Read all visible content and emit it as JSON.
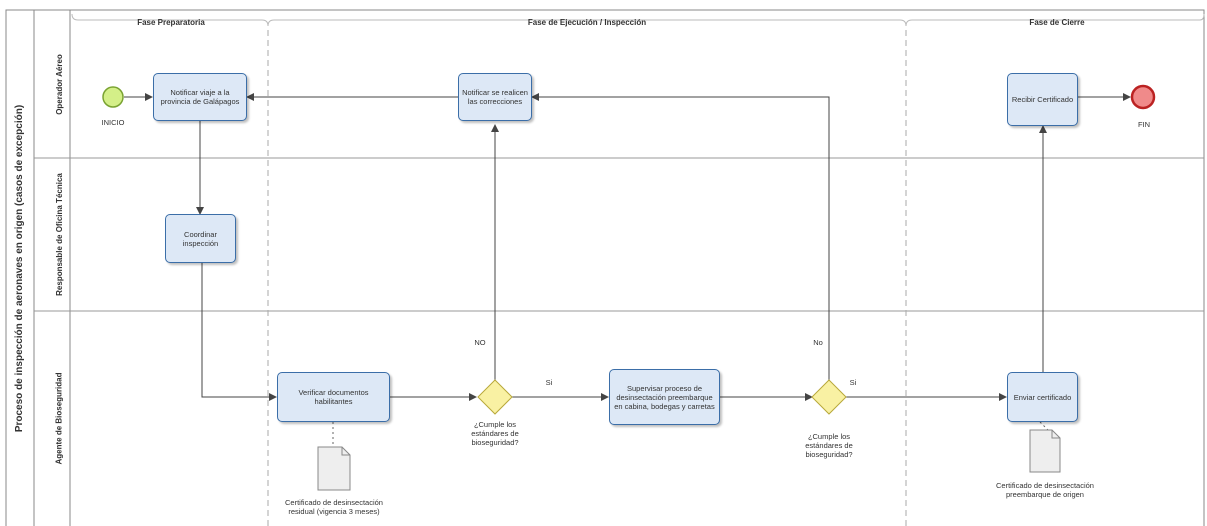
{
  "pool": {
    "title": "Proceso de inspección de aeronaves en origen (casos de excepción)"
  },
  "lanes": [
    "Operador Aéreo",
    "Responsable de Oficina Técnica",
    "Agente de Bioseguridad"
  ],
  "phases": [
    "Fase Preparatoria",
    "Fase de Ejecución / Inspección",
    "Fase de Cierre"
  ],
  "events": {
    "start": "INICIO",
    "end": "FIN"
  },
  "tasks": {
    "t1": "Notificar viaje a la provincia de Galápagos",
    "t2": "Notificar se realicen las correcciones",
    "t3": "Recibir Certificado",
    "t4": "Coordinar inspección",
    "t5": "Verificar documentos habilitantes",
    "t6": "Supervisar proceso de desinsectación preembarque en cabina, bodegas y carretas",
    "t7": "Enviar certificado"
  },
  "gateways": {
    "g1": "¿Cumple los estándares de bioseguridad?",
    "g2": "¿Cumple los estándares de bioseguridad?"
  },
  "flow_labels": {
    "no1": "NO",
    "si1": "Si",
    "no2": "No",
    "si2": "Si"
  },
  "documents": {
    "d1": "Certificado de desinsectación residual (vigencia 3 meses)",
    "d2": "Certificado de desinsectación preembarque de origen"
  },
  "colors": {
    "task_fill": "#dde8f6",
    "task_border": "#3b6ea8",
    "start": "#d4ef88",
    "end": "#f08a8a",
    "gateway": "#f9f1a3"
  }
}
